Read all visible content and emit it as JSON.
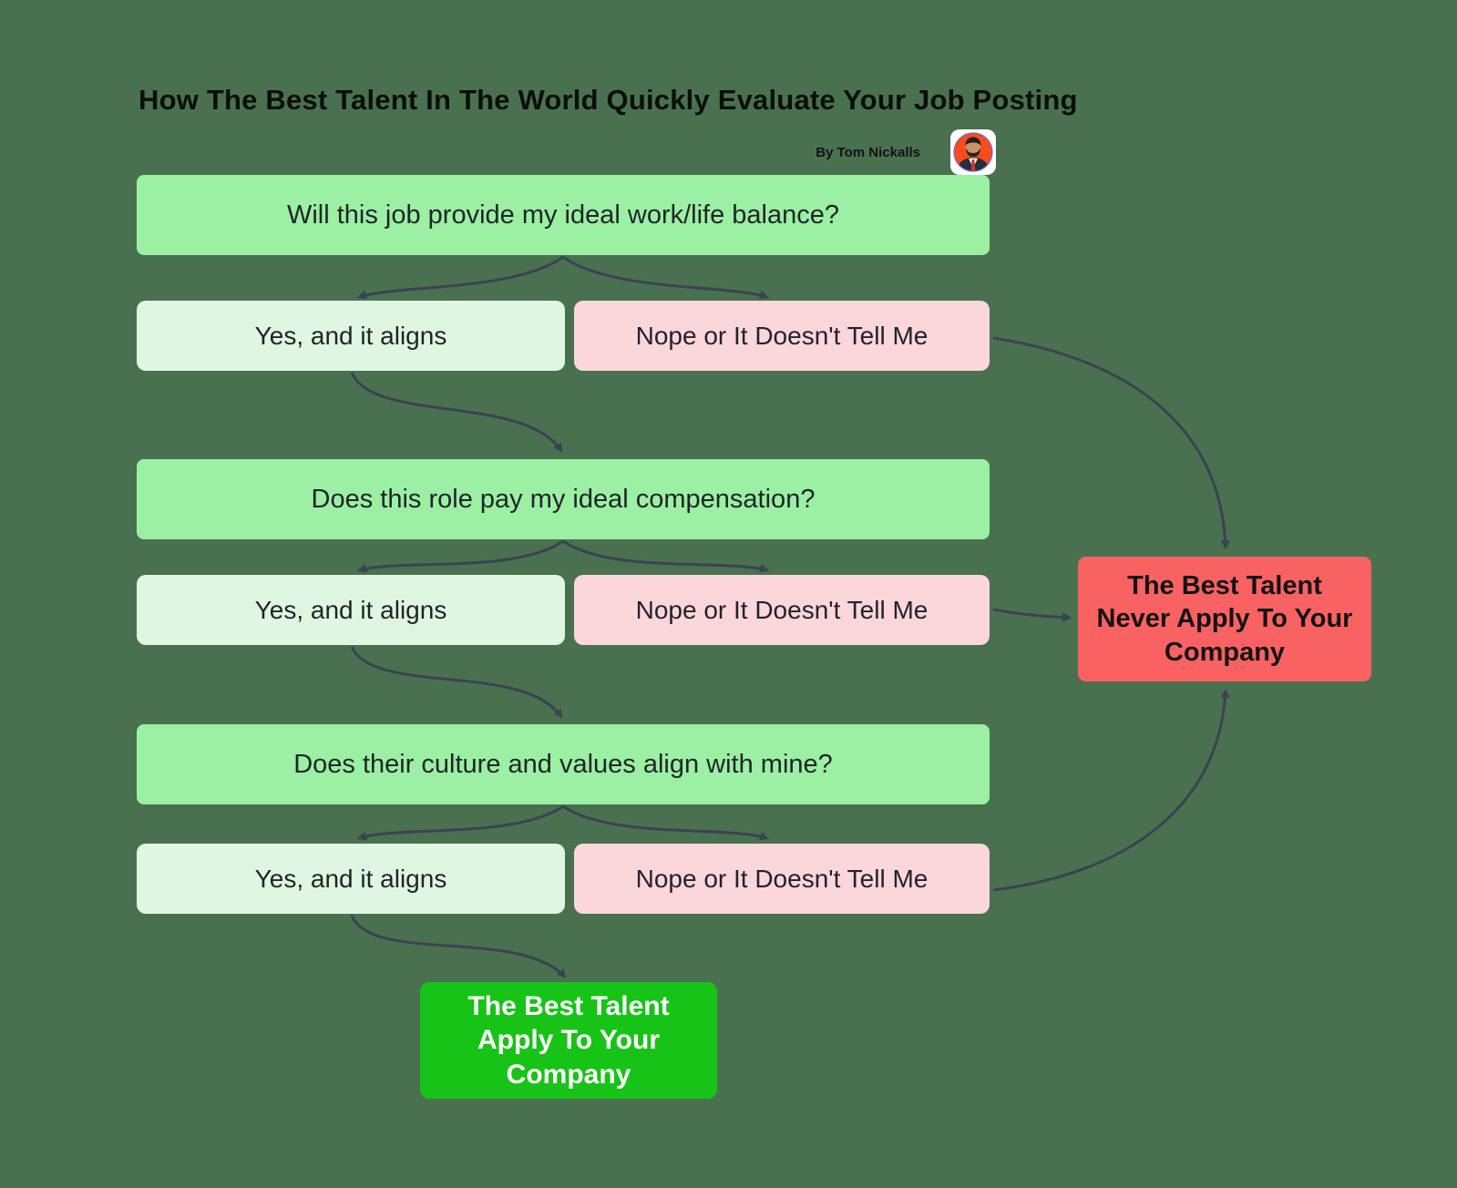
{
  "title": "How The Best Talent In The World Quickly Evaluate Your Job Posting",
  "byline": "By Tom Nickalls",
  "flow": {
    "questions": [
      {
        "label": "Will this job provide my ideal work/life balance?"
      },
      {
        "label": "Does this role pay my ideal compensation?"
      },
      {
        "label": "Does their culture and values align with mine?"
      }
    ],
    "yes_label": "Yes, and it aligns",
    "no_label": "Nope or It Doesn't Tell Me",
    "fail_label": "The Best Talent Never Apply To Your Company",
    "success_label": "The Best Talent Apply To Your Company"
  },
  "icons": {
    "avatar": "tom-nickalls-portrait"
  },
  "colors": {
    "background": "#49714F",
    "question_box": "#9BF0A3",
    "yes_box": "#DFF7E2",
    "no_box": "#FBD6DA",
    "fail_box": "#F96262",
    "success_box": "#17C317",
    "arrow": "#3A4254",
    "avatar_circle": "#FB4B1A"
  }
}
